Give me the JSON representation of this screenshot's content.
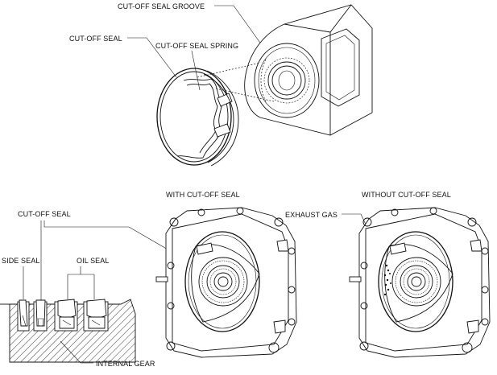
{
  "labels": {
    "cutoff_seal_groove": "CUT-OFF SEAL GROOVE",
    "cutoff_seal_top": "CUT-OFF SEAL",
    "cutoff_seal_spring": "CUT-OFF SEAL SPRING",
    "with_cutoff_seal": "WITH CUT-OFF SEAL",
    "without_cutoff_seal": "WITHOUT CUT-OFF SEAL",
    "cutoff_seal_bottom": "CUT-OFF SEAL",
    "exhaust_gas": "EXHAUST GAS",
    "side_seal": "SIDE SEAL",
    "oil_seal": "OIL SEAL",
    "internal_gear": "INTERNAL GEAR"
  }
}
